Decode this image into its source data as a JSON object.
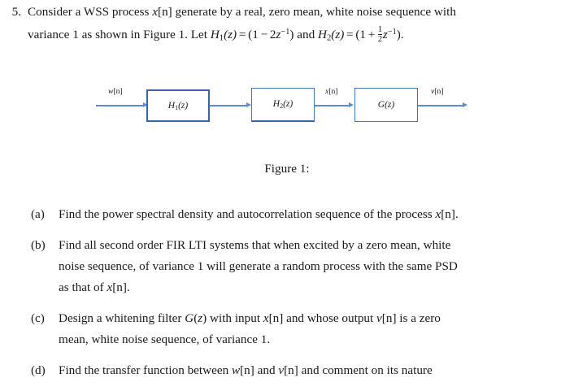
{
  "problem": {
    "number": "5.",
    "line1_a": "Consider a WSS process ",
    "line1_x": "x",
    "line1_xn": "[n]",
    "line1_b": " generate by a real, zero mean, white noise sequence with",
    "line2_a": "variance 1 as shown in Figure 1. Let ",
    "line2_H1": "H",
    "line2_H1sub": "1",
    "line2_H1arg": "(z)",
    "line2_eq1": "=",
    "line2_expr1_open": "(1",
    "line2_expr1_op": "−",
    "line2_expr1_coef": "2",
    "line2_expr1_z": "z",
    "line2_expr1_exp": "−1",
    "line2_expr1_close": ")",
    "line2_and": " and ",
    "line2_H2": "H",
    "line2_H2sub": "2",
    "line2_H2arg": "(z)",
    "line2_eq2": "=",
    "line2_expr2_open": "(1",
    "line2_expr2_op": "+",
    "line2_expr2_fracnum": "1",
    "line2_expr2_fracden": "2",
    "line2_expr2_z": "z",
    "line2_expr2_exp": "−1",
    "line2_expr2_close": ")."
  },
  "diagram": {
    "blocks": [
      {
        "id": "h1",
        "label_base": "H",
        "label_sub": "1",
        "label_arg": "(z)"
      },
      {
        "id": "h2",
        "label_base": "H",
        "label_sub": "2",
        "label_arg": "(z)"
      },
      {
        "id": "g",
        "label_base": "G",
        "label_sub": "",
        "label_arg": "(z)"
      }
    ],
    "signals": [
      {
        "id": "w",
        "base": "w",
        "brackets": "[n]"
      },
      {
        "id": "x",
        "base": "x",
        "brackets": "[n]"
      },
      {
        "id": "v",
        "base": "v",
        "brackets": "[n]"
      }
    ],
    "colors": {
      "wire": "#5b8bd4",
      "box_border_thick": "#3a63ad",
      "box_border_thin": "#4472c4"
    }
  },
  "figure_caption": "Figure 1:",
  "parts": [
    {
      "marker": "(a)",
      "lines": [
        {
          "segments": [
            {
              "t": "text",
              "v": "Find the power spectral density and autocorrelation sequence of the process "
            },
            {
              "t": "mi",
              "v": "x"
            },
            {
              "t": "text",
              "v": "[n]."
            }
          ]
        }
      ]
    },
    {
      "marker": "(b)",
      "lines": [
        {
          "segments": [
            {
              "t": "text",
              "v": "Find all second order FIR LTI systems that when excited by a zero mean, white"
            }
          ]
        },
        {
          "segments": [
            {
              "t": "text",
              "v": "noise sequence, of variance 1 will generate a random process with the same PSD"
            }
          ]
        },
        {
          "segments": [
            {
              "t": "text",
              "v": "as that of "
            },
            {
              "t": "mi",
              "v": "x"
            },
            {
              "t": "text",
              "v": "[n]."
            }
          ]
        }
      ]
    },
    {
      "marker": "(c)",
      "lines": [
        {
          "segments": [
            {
              "t": "text",
              "v": "Design a whitening filter "
            },
            {
              "t": "mi",
              "v": "G"
            },
            {
              "t": "text",
              "v": "("
            },
            {
              "t": "mi",
              "v": "z"
            },
            {
              "t": "text",
              "v": ") with input "
            },
            {
              "t": "mi",
              "v": "x"
            },
            {
              "t": "text",
              "v": "[n] and whose output "
            },
            {
              "t": "mi",
              "v": "v"
            },
            {
              "t": "text",
              "v": "[n] is a zero"
            }
          ]
        },
        {
          "segments": [
            {
              "t": "text",
              "v": "mean, white noise sequence, of variance 1."
            }
          ]
        }
      ]
    },
    {
      "marker": "(d)",
      "lines": [
        {
          "segments": [
            {
              "t": "text",
              "v": "Find the transfer function between "
            },
            {
              "t": "mi",
              "v": "w"
            },
            {
              "t": "text",
              "v": "[n] and "
            },
            {
              "t": "mi",
              "v": "v"
            },
            {
              "t": "text",
              "v": "[n] and comment on its nature"
            }
          ]
        }
      ]
    }
  ]
}
